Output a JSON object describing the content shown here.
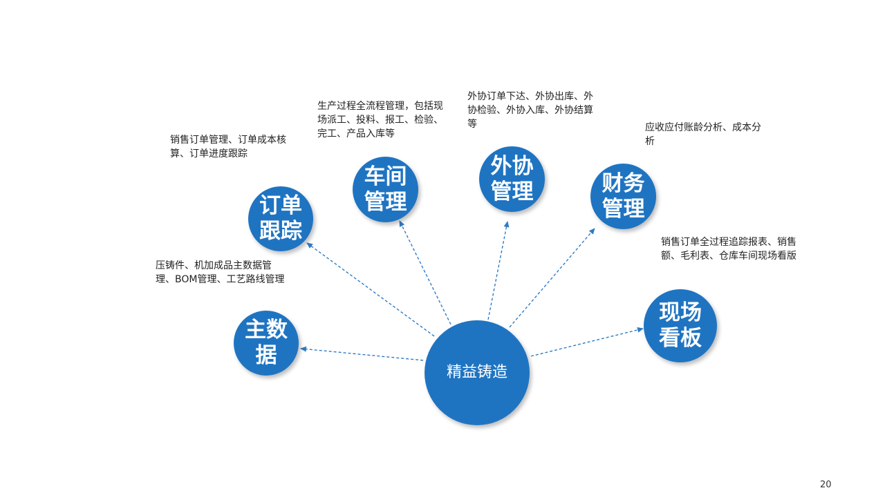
{
  "center": {
    "label": "精益铸造"
  },
  "modules": [
    {
      "id": "zhushuju",
      "label": "主数据",
      "description": "压铸件、机加成品主数据管理、BOM管理、工艺路线管理"
    },
    {
      "id": "dingdan",
      "label": "订单跟踪",
      "description": "销售订单管理、订单成本核算、订单进度跟踪"
    },
    {
      "id": "chejian",
      "label": "车间管理",
      "description": "生产过程全流程管理，包括现场派工、投料、报工、检验、完工、产品入库等"
    },
    {
      "id": "waixie",
      "label": "外协管理",
      "description": "外协订单下达、外协出库、外协检验、外协入库、外协结算等"
    },
    {
      "id": "caiwu",
      "label": "财务管理",
      "description": "应收应付账龄分析、成本分析"
    },
    {
      "id": "kanban",
      "label": "现场看板",
      "description": "销售订单全过程追踪报表、销售额、毛利表、仓库车间现场看版"
    }
  ],
  "page_number": "20",
  "colors": {
    "node": "#1f74c2",
    "connector": "#2e7bc4",
    "text": "#222222"
  }
}
